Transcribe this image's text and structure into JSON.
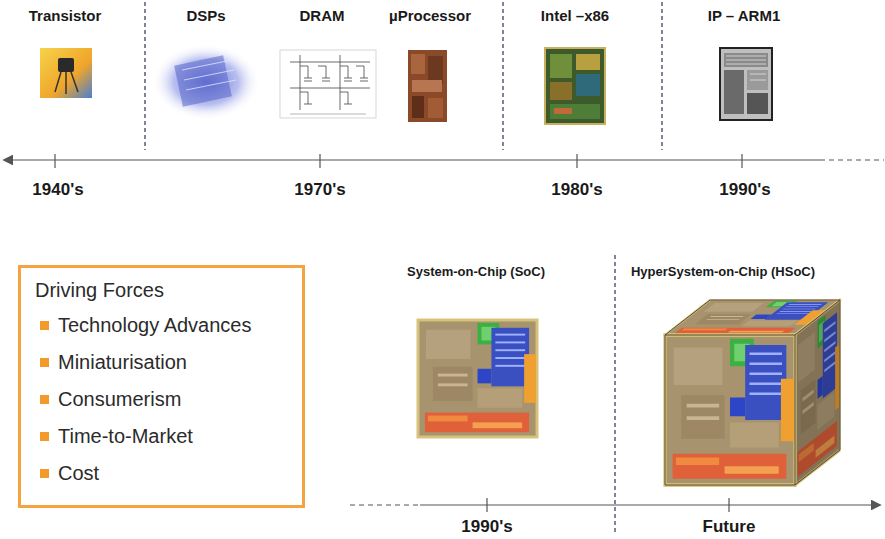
{
  "diagram": {
    "nodes": [
      {
        "text": [
          "Driving Forces",
          "Technology Advances",
          "Miniaturisation",
          "Consumerism",
          "Time-to-Market",
          "Cost"
        ]
      }
    ],
    "labels": [
      "Transistor",
      "DSPs",
      "DRAM",
      "µProcessor",
      "Intel –x86",
      "IP – ARM1",
      "1940's",
      "1970's",
      "1980's",
      "1990's",
      "System-on-Chip (SoC)",
      "HyperSystem-on-Chip (HSoC)",
      "1990's",
      "Future"
    ]
  }
}
